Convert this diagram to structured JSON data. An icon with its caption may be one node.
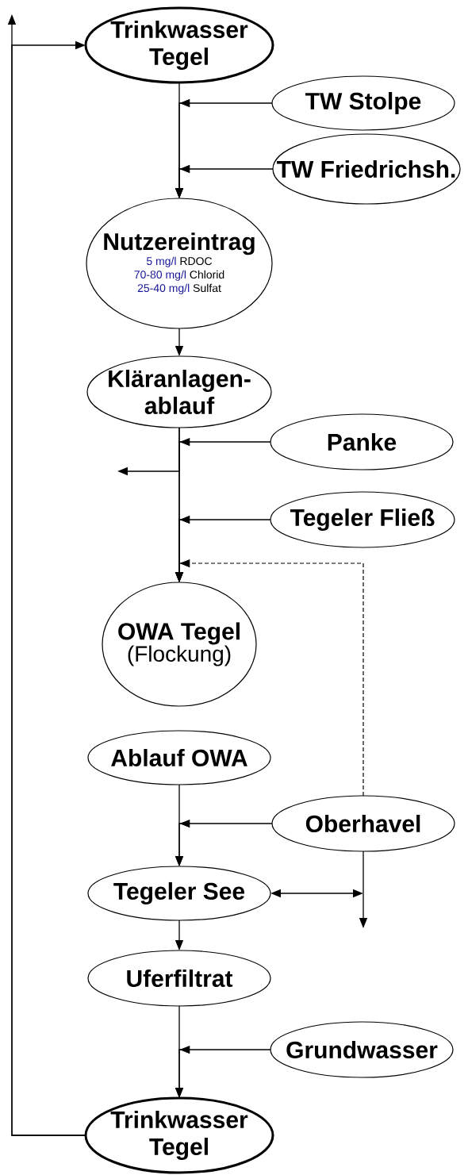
{
  "diagram": {
    "nodes": [
      {
        "text": [
          "Trinkwasser Tegel"
        ]
      },
      {
        "text": [
          "TW Stolpe"
        ]
      },
      {
        "text": [
          "TW Friedrichsh."
        ]
      },
      {
        "text": [
          "Nutzereintrag",
          "5 mg/l",
          "RDOC",
          "70-80 mg/l",
          "Chlorid",
          "25-40 mg/l",
          "Sulfat"
        ]
      },
      {
        "text": [
          "Kläranlagen- ablauf"
        ]
      },
      {
        "text": [
          "Panke"
        ]
      },
      {
        "text": [
          "Tegeler Fließ"
        ]
      },
      {
        "text": [
          "OWA Tegel",
          "(Flockung)"
        ]
      },
      {
        "text": [
          "Ablauf OWA"
        ]
      },
      {
        "text": [
          "Oberhavel"
        ]
      },
      {
        "text": [
          "Tegeler See"
        ]
      },
      {
        "text": [
          "Uferfiltrat"
        ]
      },
      {
        "text": [
          "Grundwasser"
        ]
      },
      {
        "text": [
          "Trinkwasser Tegel"
        ]
      }
    ],
    "edges": [
      {
        "from": 0,
        "to": 3,
        "arrow": "to"
      },
      {
        "from": 1,
        "to": 3,
        "arrow": "to"
      },
      {
        "from": 2,
        "to": 3,
        "arrow": "to"
      },
      {
        "from": 3,
        "to": 4,
        "arrow": "to"
      },
      {
        "from": 4,
        "to": 7,
        "arrow": "to"
      },
      {
        "from": 5,
        "to": 7,
        "arrow": "to"
      },
      {
        "from": 6,
        "to": 7,
        "arrow": "to"
      },
      {
        "from": 9,
        "to": 7,
        "arrow": "to",
        "style": "dashed"
      },
      {
        "from": 4,
        "to": null,
        "arrow": "to"
      },
      {
        "from": 8,
        "to": 10,
        "arrow": "to"
      },
      {
        "from": 9,
        "to": 10,
        "arrow": "to"
      },
      {
        "from": 9,
        "to": null,
        "arrow": "to"
      },
      {
        "from": 10,
        "to": null,
        "arrow": "both"
      },
      {
        "from": 10,
        "to": 11,
        "arrow": "to"
      },
      {
        "from": 11,
        "to": 13,
        "arrow": "to"
      },
      {
        "from": 12,
        "to": 13,
        "arrow": "to"
      },
      {
        "from": 13,
        "to": 0,
        "arrow": "to"
      },
      {
        "from": 13,
        "to": null,
        "arrow": "to"
      }
    ]
  }
}
